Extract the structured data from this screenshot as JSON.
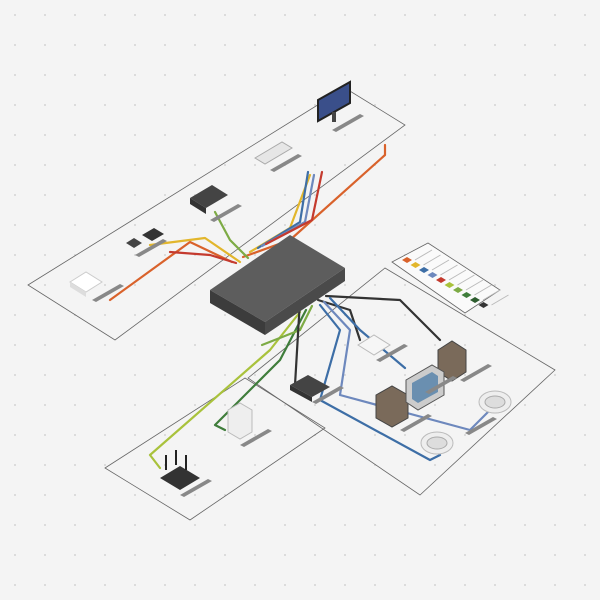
{
  "legend": {
    "swatches": [
      "#d9622b",
      "#e2b62c",
      "#3d6ea6",
      "#6d88bd",
      "#c43a2e",
      "#a9c23c",
      "#7dab45",
      "#3f7d3b",
      "#2d5c2e",
      "#333333"
    ]
  },
  "cables": {
    "orange": "#d9622b",
    "yellow": "#e2b62c",
    "green": "#7dab45",
    "lime": "#a9c23c",
    "blue": "#3d6ea6",
    "steel": "#6d88bd",
    "red": "#c43a2e",
    "dark": "#333333",
    "darkgreen": "#3f7d3b"
  },
  "zones": [
    "top-zone",
    "bottom-left-zone",
    "right-zone"
  ]
}
